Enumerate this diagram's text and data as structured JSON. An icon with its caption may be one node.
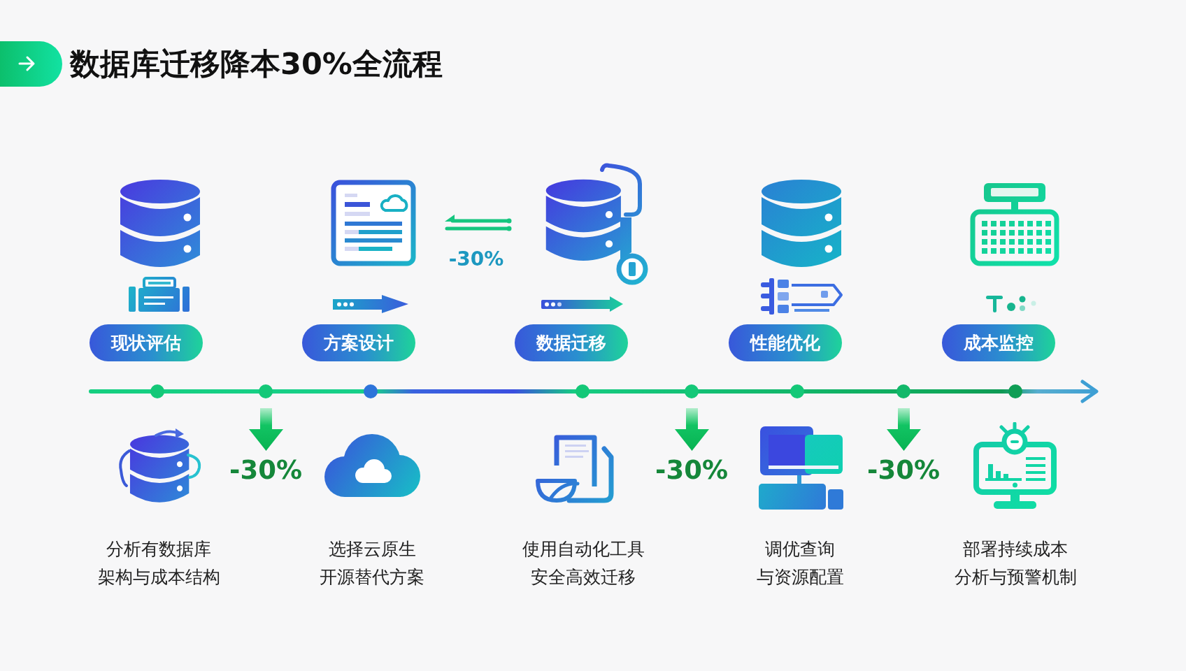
{
  "diagram": {
    "title": "数据库迁移降本30%全流程",
    "nodes": [
      {
        "text": [
          "现状评估"
        ]
      },
      {
        "text": [
          "方案设计"
        ]
      },
      {
        "text": [
          "数据迁移"
        ]
      },
      {
        "text": [
          "性能优化"
        ]
      },
      {
        "text": [
          "成本监控"
        ]
      }
    ],
    "labels": [
      "-30%",
      "-30%",
      "-30%",
      "-30%",
      "分析有数据库架构与成本结构",
      "选择云原生开源替代方案",
      "使用自动化工具安全高效迁移",
      "调优查询与资源配置",
      "部署持续成本分析与预警机制"
    ]
  }
}
